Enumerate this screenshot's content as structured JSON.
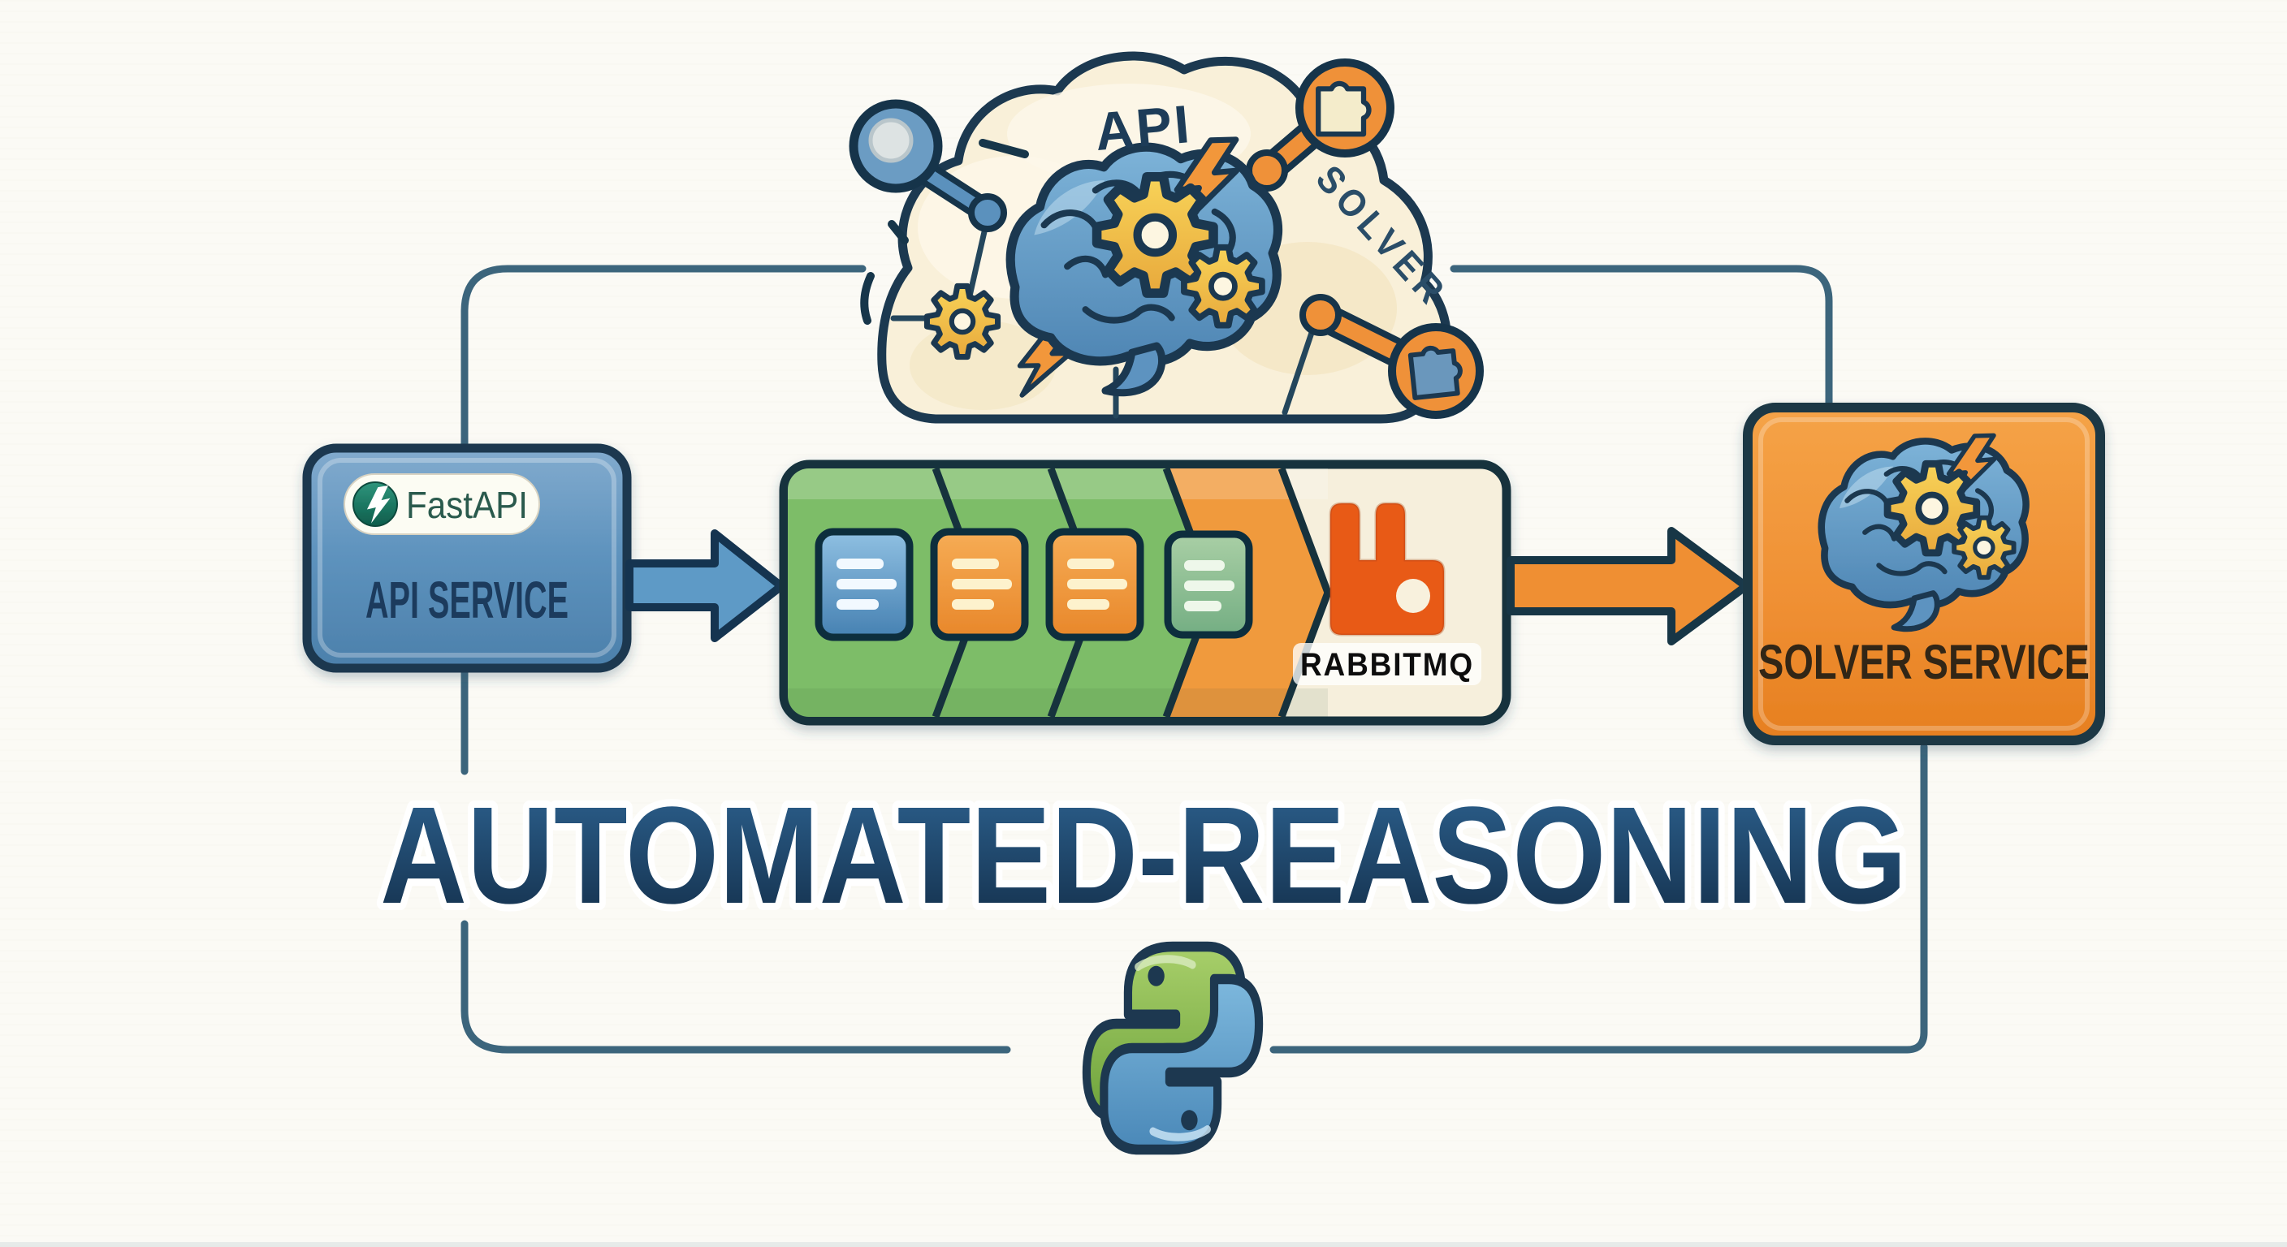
{
  "page": {
    "title": "AUTOMATED-REASONING"
  },
  "cloud": {
    "api_label": "API",
    "solver_label": "SOLVER"
  },
  "api_service": {
    "badge": "FastAPI",
    "label": "API SERVICE"
  },
  "queue": {
    "broker": "RABBITMQ"
  },
  "solver_service": {
    "label": "SOLVER SERVICE"
  },
  "colors": {
    "background": "#fbfaf5",
    "outline_navy": "#1c3850",
    "frame_slate": "#3c657c",
    "api_box_blue": "#5d92bd",
    "arrow_blue": "#5e9ac6",
    "arrow_orange": "#ef8f33",
    "queue_green": "#7dbd68",
    "queue_orange": "#f09a3e",
    "queue_cream": "#f6efdc",
    "rabbit_orange": "#e85a18",
    "solver_orange": "#f09238",
    "gear_yellow": "#f3c94b",
    "brain_blue": "#5d93c0",
    "title_navy": "#1d4063",
    "python_green": "#76a93f",
    "python_blue": "#4f8dbd",
    "fastapi_teal": "#0d5c4b"
  }
}
